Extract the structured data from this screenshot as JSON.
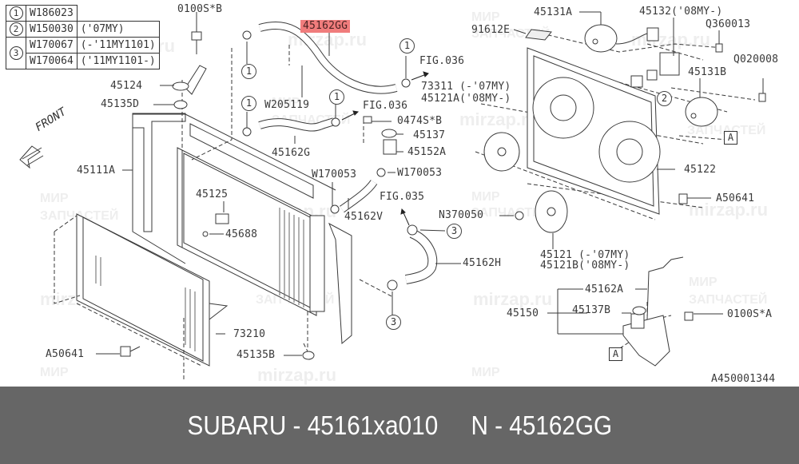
{
  "legend_table": {
    "rows": [
      {
        "ref": "1",
        "part": "W186023",
        "note": ""
      },
      {
        "ref": "2",
        "part": "W150030",
        "note": "('07MY)"
      },
      {
        "ref": "3",
        "part": "W170067",
        "note": "(-'11MY1101)"
      },
      {
        "ref": "3",
        "part": "W170064",
        "note": "('11MY1101-)"
      }
    ]
  },
  "highlight": {
    "label": "45162GG",
    "color": "#f07c7c"
  },
  "direction_label": "FRONT",
  "labels": {
    "l_0100SB": "0100S*B",
    "l_45124": "45124",
    "l_45135D": "45135D",
    "l_45111A": "45111A",
    "l_W205119": "W205119",
    "l_FIG036_top": "FIG.036",
    "l_73311": "73311 (-'07MY)",
    "l_45121A": "45121A('08MY-)",
    "l_FIG036_mid": "FIG.036",
    "l_0474SB": "0474S*B",
    "l_45137": "45137",
    "l_45152A": "45152A",
    "l_45162G": "45162G",
    "l_W170053_left": "W170053",
    "l_W170053_right": "W170053",
    "l_45162V": "45162V",
    "l_FIG035": "FIG.035",
    "l_N370050": "N370050",
    "l_45162H": "45162H",
    "l_45125": "45125",
    "l_45688": "45688",
    "l_73210": "73210",
    "l_A50641_left": "A50641",
    "l_45135B": "45135B",
    "l_91612E": "91612E",
    "l_45131A": "45131A",
    "l_45132": "45132('08MY-)",
    "l_Q360013": "Q360013",
    "l_Q020008": "Q020008",
    "l_45131B": "45131B",
    "l_45122": "45122",
    "l_A50641_right": "A50641",
    "l_45121": "45121  (-'07MY)",
    "l_45121B": "45121B('08MY-)",
    "l_45162A": "45162A",
    "l_45150": "45150",
    "l_45137B": "45137B",
    "l_0100SA": "0100S*A",
    "l_drawing_no": "A450001344"
  },
  "callouts": {
    "c1": "1",
    "c2": "2",
    "c3": "3",
    "boxA": "A"
  },
  "watermarks": {
    "site": "mirzap.ru",
    "line1": "МИР",
    "line2": "ЗАПЧАСТЕЙ"
  },
  "caption": {
    "text": "SUBARU - 45161xa010     N - 45162GG"
  }
}
